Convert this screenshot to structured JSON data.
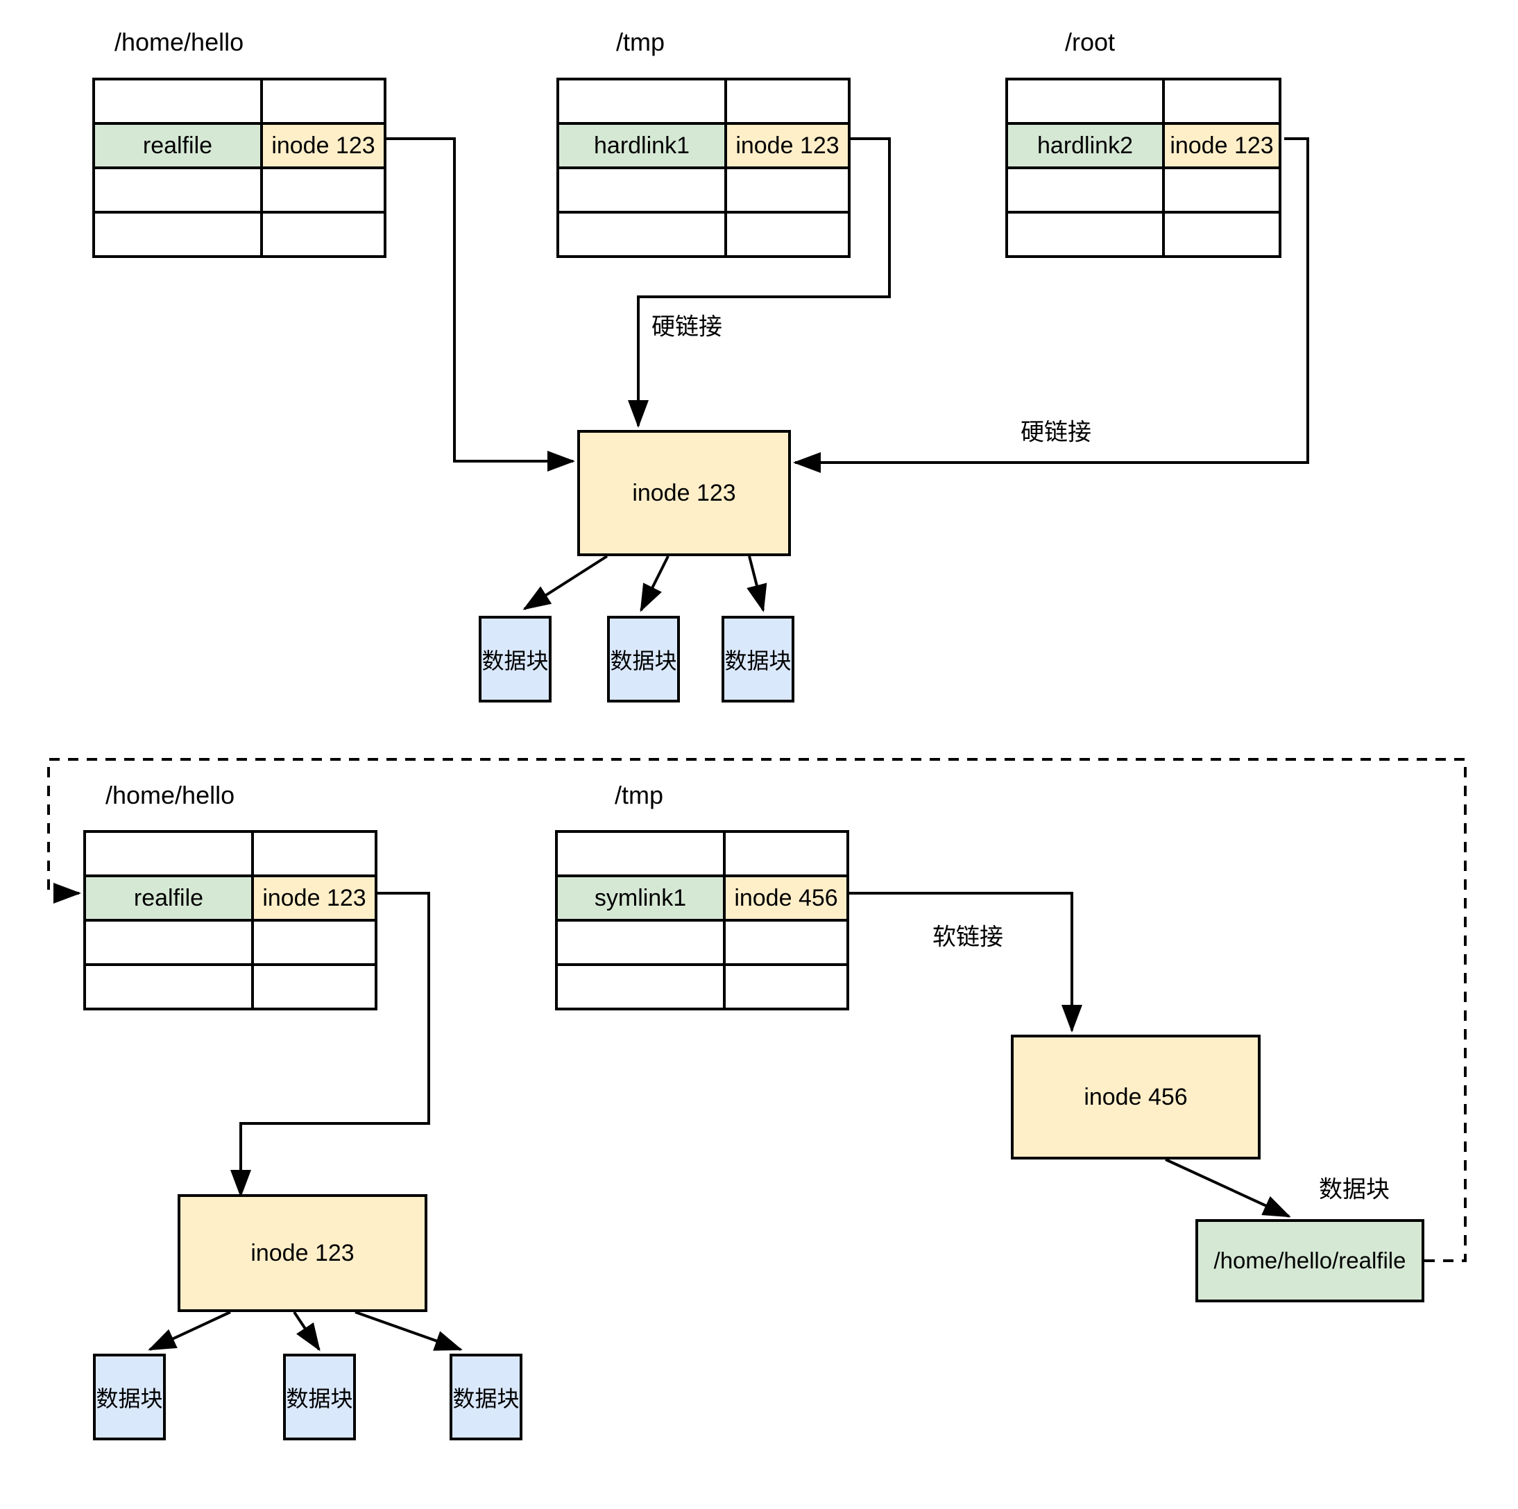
{
  "colors": {
    "cell_green": "#d5e8d4",
    "cell_yellow": "#ffefc9",
    "block_blue": "#dae8fc",
    "stroke": "#000000",
    "background": "#ffffff"
  },
  "top": {
    "home_table": {
      "title": "/home/hello",
      "file": "realfile",
      "inode": "inode 123"
    },
    "tmp_table": {
      "title": "/tmp",
      "file": "hardlink1",
      "inode": "inode 123"
    },
    "root_table": {
      "title": "/root",
      "file": "hardlink2",
      "inode": "inode 123"
    },
    "inode_box": "inode 123",
    "label_hardlink_1": "硬链接",
    "label_hardlink_2": "硬链接",
    "blocks": [
      "数据块",
      "数据块",
      "数据块"
    ]
  },
  "bottom": {
    "home_table": {
      "title": "/home/hello",
      "file": "realfile",
      "inode": "inode 123"
    },
    "tmp_table": {
      "title": "/tmp",
      "file": "symlink1",
      "inode": "inode 456"
    },
    "inode123_box": "inode 123",
    "inode456_box": "inode 456",
    "label_softlink": "软链接",
    "label_datablock": "数据块",
    "path_box": "/home/hello/realfile",
    "blocks": [
      "数据块",
      "数据块",
      "数据块"
    ]
  }
}
